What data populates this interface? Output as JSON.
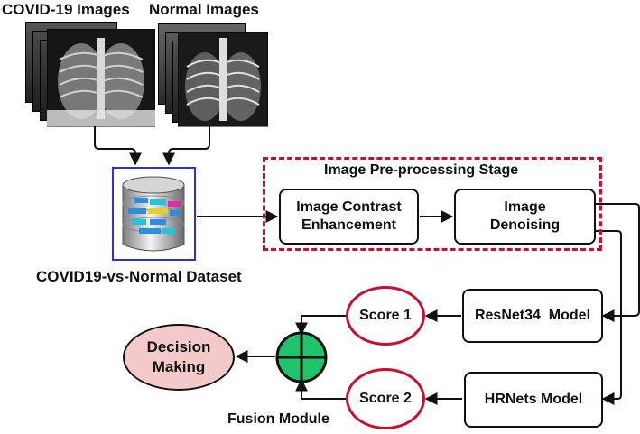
{
  "inputs": {
    "covid_label": "COVID-19 Images",
    "normal_label": "Normal Images"
  },
  "dataset": {
    "label": "COVID19-vs-Normal Dataset",
    "icon": "database-icon"
  },
  "preprocessing": {
    "title": "Image Pre-processing Stage",
    "contrast": {
      "line1": "Image Contrast",
      "line2": "Enhancement"
    },
    "denoising": {
      "line1": "Image",
      "line2": "Denoising"
    }
  },
  "models": {
    "resnet": "ResNet34  Model",
    "hrnets": "HRNets Model"
  },
  "scores": {
    "score1": "Score 1",
    "score2": "Score 2"
  },
  "fusion": {
    "label": "Fusion Module",
    "color": "#1fc46a"
  },
  "decision": {
    "line1": "Decision",
    "line2": "Making",
    "fill": "#f4c9c9"
  },
  "colors": {
    "accent_red": "#c8102e",
    "dataset_border": "#2f2fd8"
  }
}
